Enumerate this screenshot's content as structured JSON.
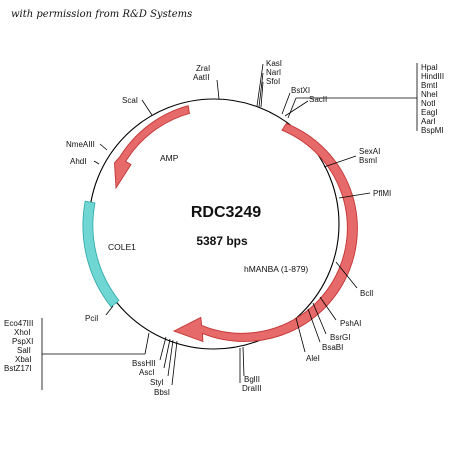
{
  "credit": "with permission from R&D Systems",
  "plasmid": {
    "name": "RDC3249",
    "size": "5387 bps"
  },
  "colors": {
    "arrow": "#e66a6a",
    "arrow_stroke": "#c43434",
    "origin": "#6fd6d3",
    "origin_stroke": "#2aa8a6",
    "backbone": "#000000"
  },
  "features": [
    {
      "id": "amp",
      "label": "AMP",
      "type": "arrow"
    },
    {
      "id": "hmanba",
      "label": "hMANBA (1-879)",
      "type": "arrow"
    },
    {
      "id": "cole1",
      "label": "COLE1",
      "type": "origin"
    }
  ],
  "sites": {
    "zral": "ZraI",
    "aatll": "AatII",
    "kasl": "KasI",
    "narl": "NarI",
    "sfol": "SfoI",
    "bstxl": "BstXI",
    "sacll": "SacII",
    "hpal": "HpaI",
    "hindlll": "HindIII",
    "bmtl": "BmtI",
    "nhel": "NheI",
    "notl": "NotI",
    "eagl": "EagI",
    "aarl": "AarI",
    "bspml": "BspMI",
    "scal": "ScaI",
    "nmealll": "NmeAIII",
    "ahdl": "AhdI",
    "sexal": "SexAI",
    "bsml": "BsmI",
    "pflml": "PflMI",
    "bcll": "BclI",
    "pcil": "PciI",
    "pshal": "PshAI",
    "bsrgl": "BsrGI",
    "bsabl": "BsaBI",
    "alel": "AleI",
    "eco47lll": "Eco47III",
    "xhol": "XhoI",
    "pspxl": "PspXI",
    "sall": "SalI",
    "xbal": "XbaI",
    "bstz17l": "BstZ17I",
    "bsshll": "BssHII",
    "ascl": "AscI",
    "styl": "StyI",
    "bbsl": "BbsI",
    "bglll": "BglII",
    "dralll": "DraIII"
  }
}
